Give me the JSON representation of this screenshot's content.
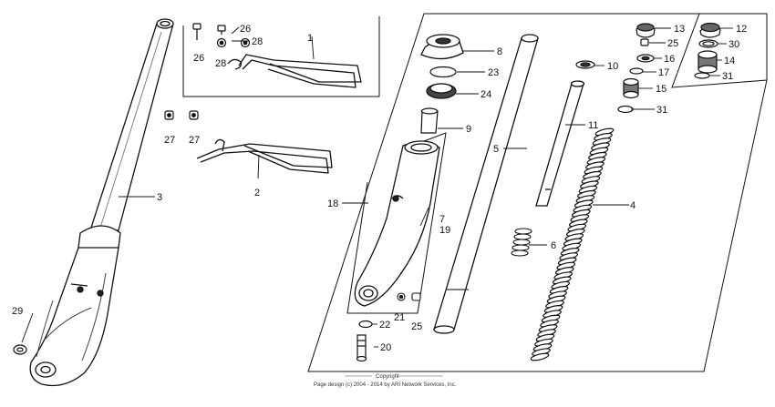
{
  "diagram": {
    "callouts": {
      "c1": "1",
      "c2": "2",
      "c3": "3",
      "c4": "4",
      "c5": "5",
      "c6": "6",
      "c7": "7",
      "c8": "8",
      "c9": "9",
      "c10": "10",
      "c11": "11",
      "c12": "12",
      "c13": "13",
      "c14": "14",
      "c15": "15",
      "c16": "16",
      "c17": "17",
      "c18": "18",
      "c19": "19",
      "c20": "20",
      "c21": "21",
      "c22": "22",
      "c23": "23",
      "c24": "24",
      "c25a": "25",
      "c25b": "25",
      "c26a": "26",
      "c26b": "26",
      "c27a": "27",
      "c27b": "27",
      "c28a": "28",
      "c28b": "28",
      "c29": "29",
      "c30": "30",
      "c31a": "31",
      "c31b": "31"
    },
    "footer": {
      "copyright": "Copyright",
      "line": "Page design (c) 2004 - 2014 by ARI Network Services, Inc."
    }
  }
}
